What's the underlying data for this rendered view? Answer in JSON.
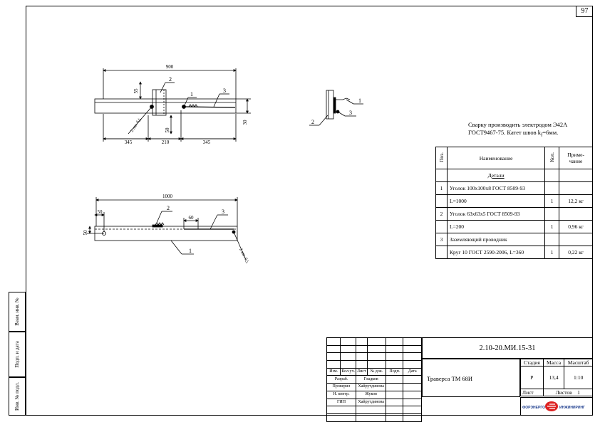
{
  "sheet_number": "97",
  "left_strip": {
    "top_label": "Взам. инв. №",
    "middle_label": "Подп. и дата",
    "bottom_label": "Инв. № подл."
  },
  "drawing": {
    "top_view": {
      "dim_total": "900",
      "dim_left": "345",
      "dim_middle": "210",
      "dim_right": "345",
      "dim_55": "55",
      "dim_50": "50",
      "dim_30": "30",
      "weld_label": "2 шв. 6△"
    },
    "front_view": {
      "dim_total": "1000",
      "dim_50_h": "50",
      "dim_50_v": "50",
      "dim_60": "60",
      "weld_label": "2 шв. 6△"
    },
    "callouts": {
      "c1": "1",
      "c2": "2",
      "c3": "3"
    }
  },
  "note": {
    "line1": "Сварку производить электродом Э42А",
    "line2_prefix": "ГОСТ9467-75. Катет швов k",
    "line2_sub": "f",
    "line2_suffix": "=6мм."
  },
  "spec": {
    "headers": {
      "pos": "Поз.",
      "name": "Наименование",
      "qty": "Кол.",
      "note": "Приме-чание"
    },
    "section": "Детали",
    "rows": [
      {
        "pos": "1",
        "name": "Уголок 100х100х8 ГОСТ 8509-93",
        "qty": "",
        "note": ""
      },
      {
        "pos": "",
        "name": "L=1000",
        "qty": "1",
        "note": "12,2 кг"
      },
      {
        "pos": "2",
        "name": "Уголок 63х63х5 ГОСТ 8509-93",
        "qty": "",
        "note": ""
      },
      {
        "pos": "",
        "name": "L=200",
        "qty": "1",
        "note": "0,96 кг"
      },
      {
        "pos": "3",
        "name": "Заземляющий проводник",
        "qty": "",
        "note": ""
      },
      {
        "pos": "",
        "name": "Круг 10 ГОСТ 2590-2006, L=360",
        "qty": "1",
        "note": "0,22 кг"
      }
    ]
  },
  "stamp": {
    "code": "2.10-20.МИ.15-31",
    "title": "Траверса ТМ 68И",
    "cols": [
      "Изм.",
      "Кол.уч.",
      "Лист",
      "№ док.",
      "Подп.",
      "Дата"
    ],
    "people": [
      {
        "role": "Разраб.",
        "name": "Гладков"
      },
      {
        "role": "Проверил",
        "name": "Хайрутдинова"
      },
      {
        "role": "Н. контр.",
        "name": "Жуков"
      },
      {
        "role": "ГИП",
        "name": "Хайрутдинова"
      }
    ],
    "stage_label": "Стадия",
    "mass_label": "Масса",
    "scale_label": "Масштаб",
    "stage": "Р",
    "mass": "13,4",
    "scale": "1:10",
    "sheet_label": "Лист",
    "sheets_label": "Листов",
    "sheets": "1",
    "logo_left": "ФОРЭНЕРГО",
    "logo_right": "ИНЖИНИРИНГ"
  }
}
